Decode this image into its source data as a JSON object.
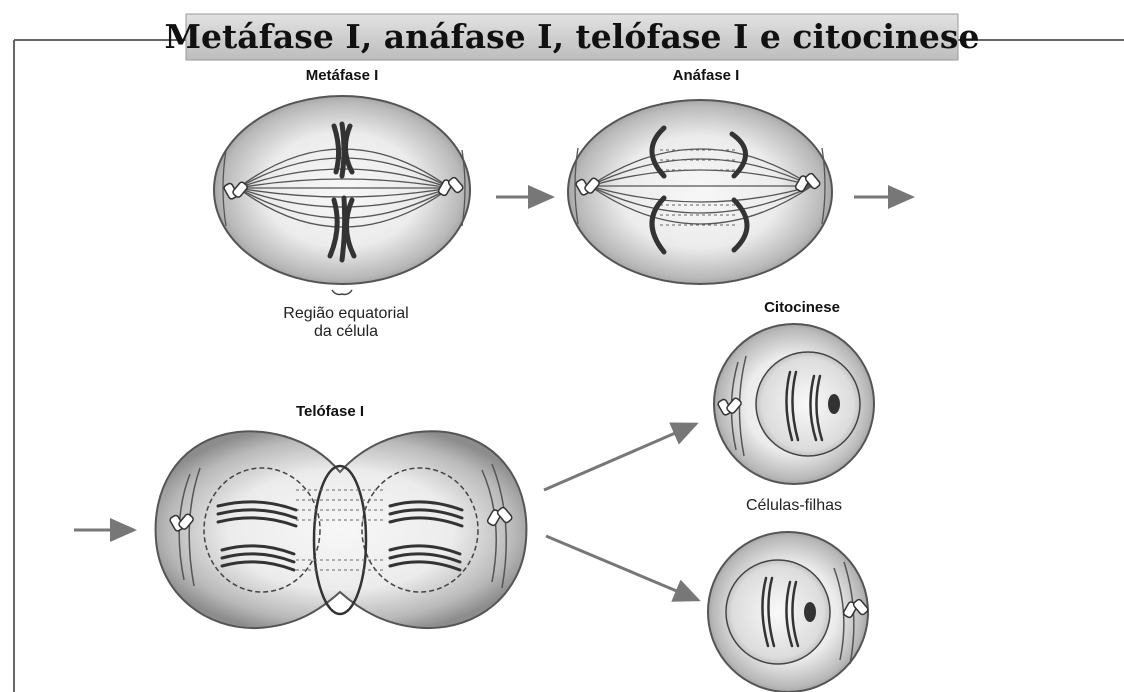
{
  "title": "Metáfase I, anáfase I, telófase I e citocinese",
  "labels": {
    "metafase": "Metáfase I",
    "anafase": "Anáfase I",
    "telofase": "Telófase I",
    "citocinese": "Citocinese",
    "regiao_line1": "Região equatorial",
    "regiao_line2": "da célula",
    "celulas_filhas": "Células-filhas"
  }
}
